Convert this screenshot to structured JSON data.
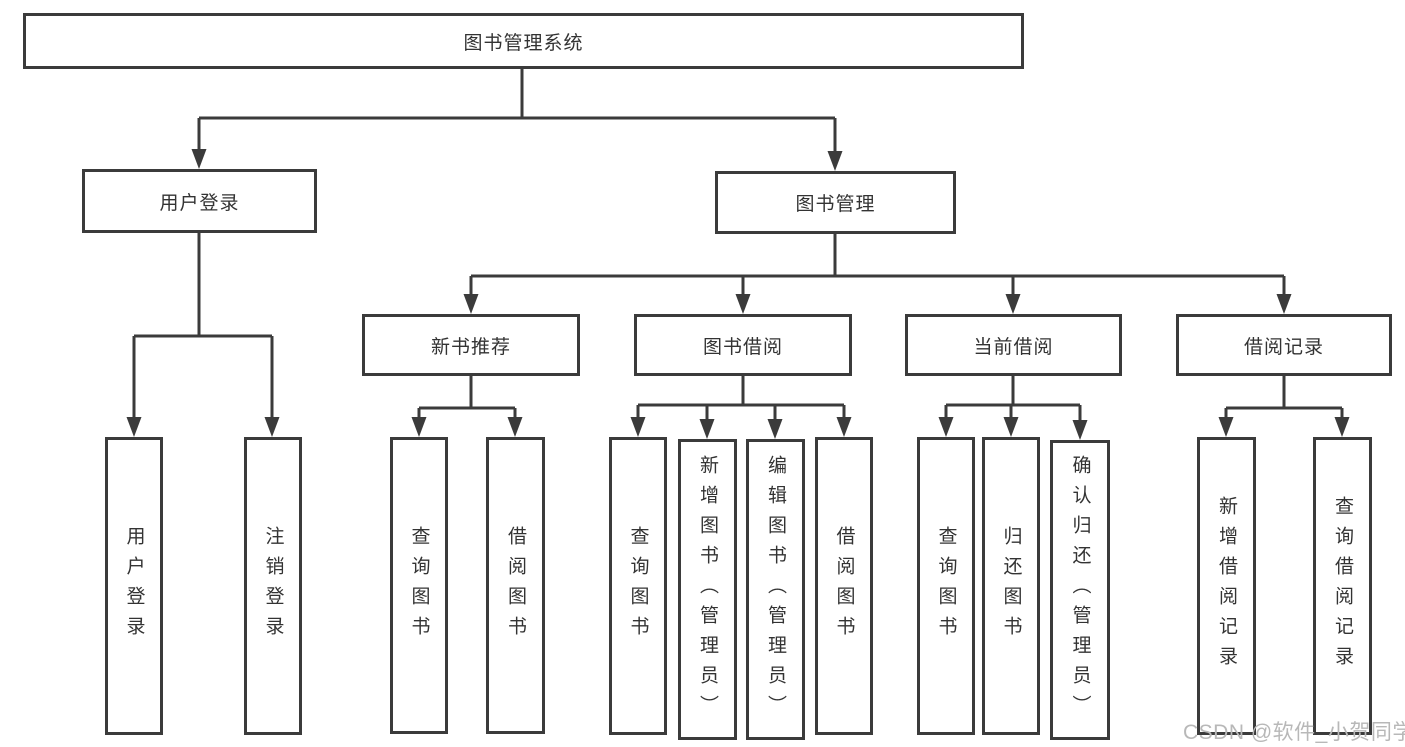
{
  "colors": {
    "line": "#3b3b3b",
    "box_border": "#3b3b3b",
    "text": "#333333",
    "watermark": "#b8b8b8",
    "background": "#ffffff"
  },
  "watermark": {
    "text": "CSDN @软件_小贺同学"
  },
  "tree": {
    "root": {
      "label": "图书管理系统"
    },
    "branches": [
      {
        "label": "用户登录",
        "children": [
          {
            "label": "用户登录"
          },
          {
            "label": "注销登录"
          }
        ]
      },
      {
        "label": "图书管理",
        "children": [
          {
            "label": "新书推荐",
            "children": [
              {
                "label": "查询图书"
              },
              {
                "label": "借阅图书"
              }
            ]
          },
          {
            "label": "图书借阅",
            "children": [
              {
                "label": "查询图书"
              },
              {
                "label": "新增图书（管理员）"
              },
              {
                "label": "编辑图书（管理员）"
              },
              {
                "label": "借阅图书"
              }
            ]
          },
          {
            "label": "当前借阅",
            "children": [
              {
                "label": "查询图书"
              },
              {
                "label": "归还图书"
              },
              {
                "label": "确认归还（管理员）"
              }
            ]
          },
          {
            "label": "借阅记录",
            "children": [
              {
                "label": "新增借阅记录"
              },
              {
                "label": "查询借阅记录"
              }
            ]
          }
        ]
      }
    ]
  }
}
